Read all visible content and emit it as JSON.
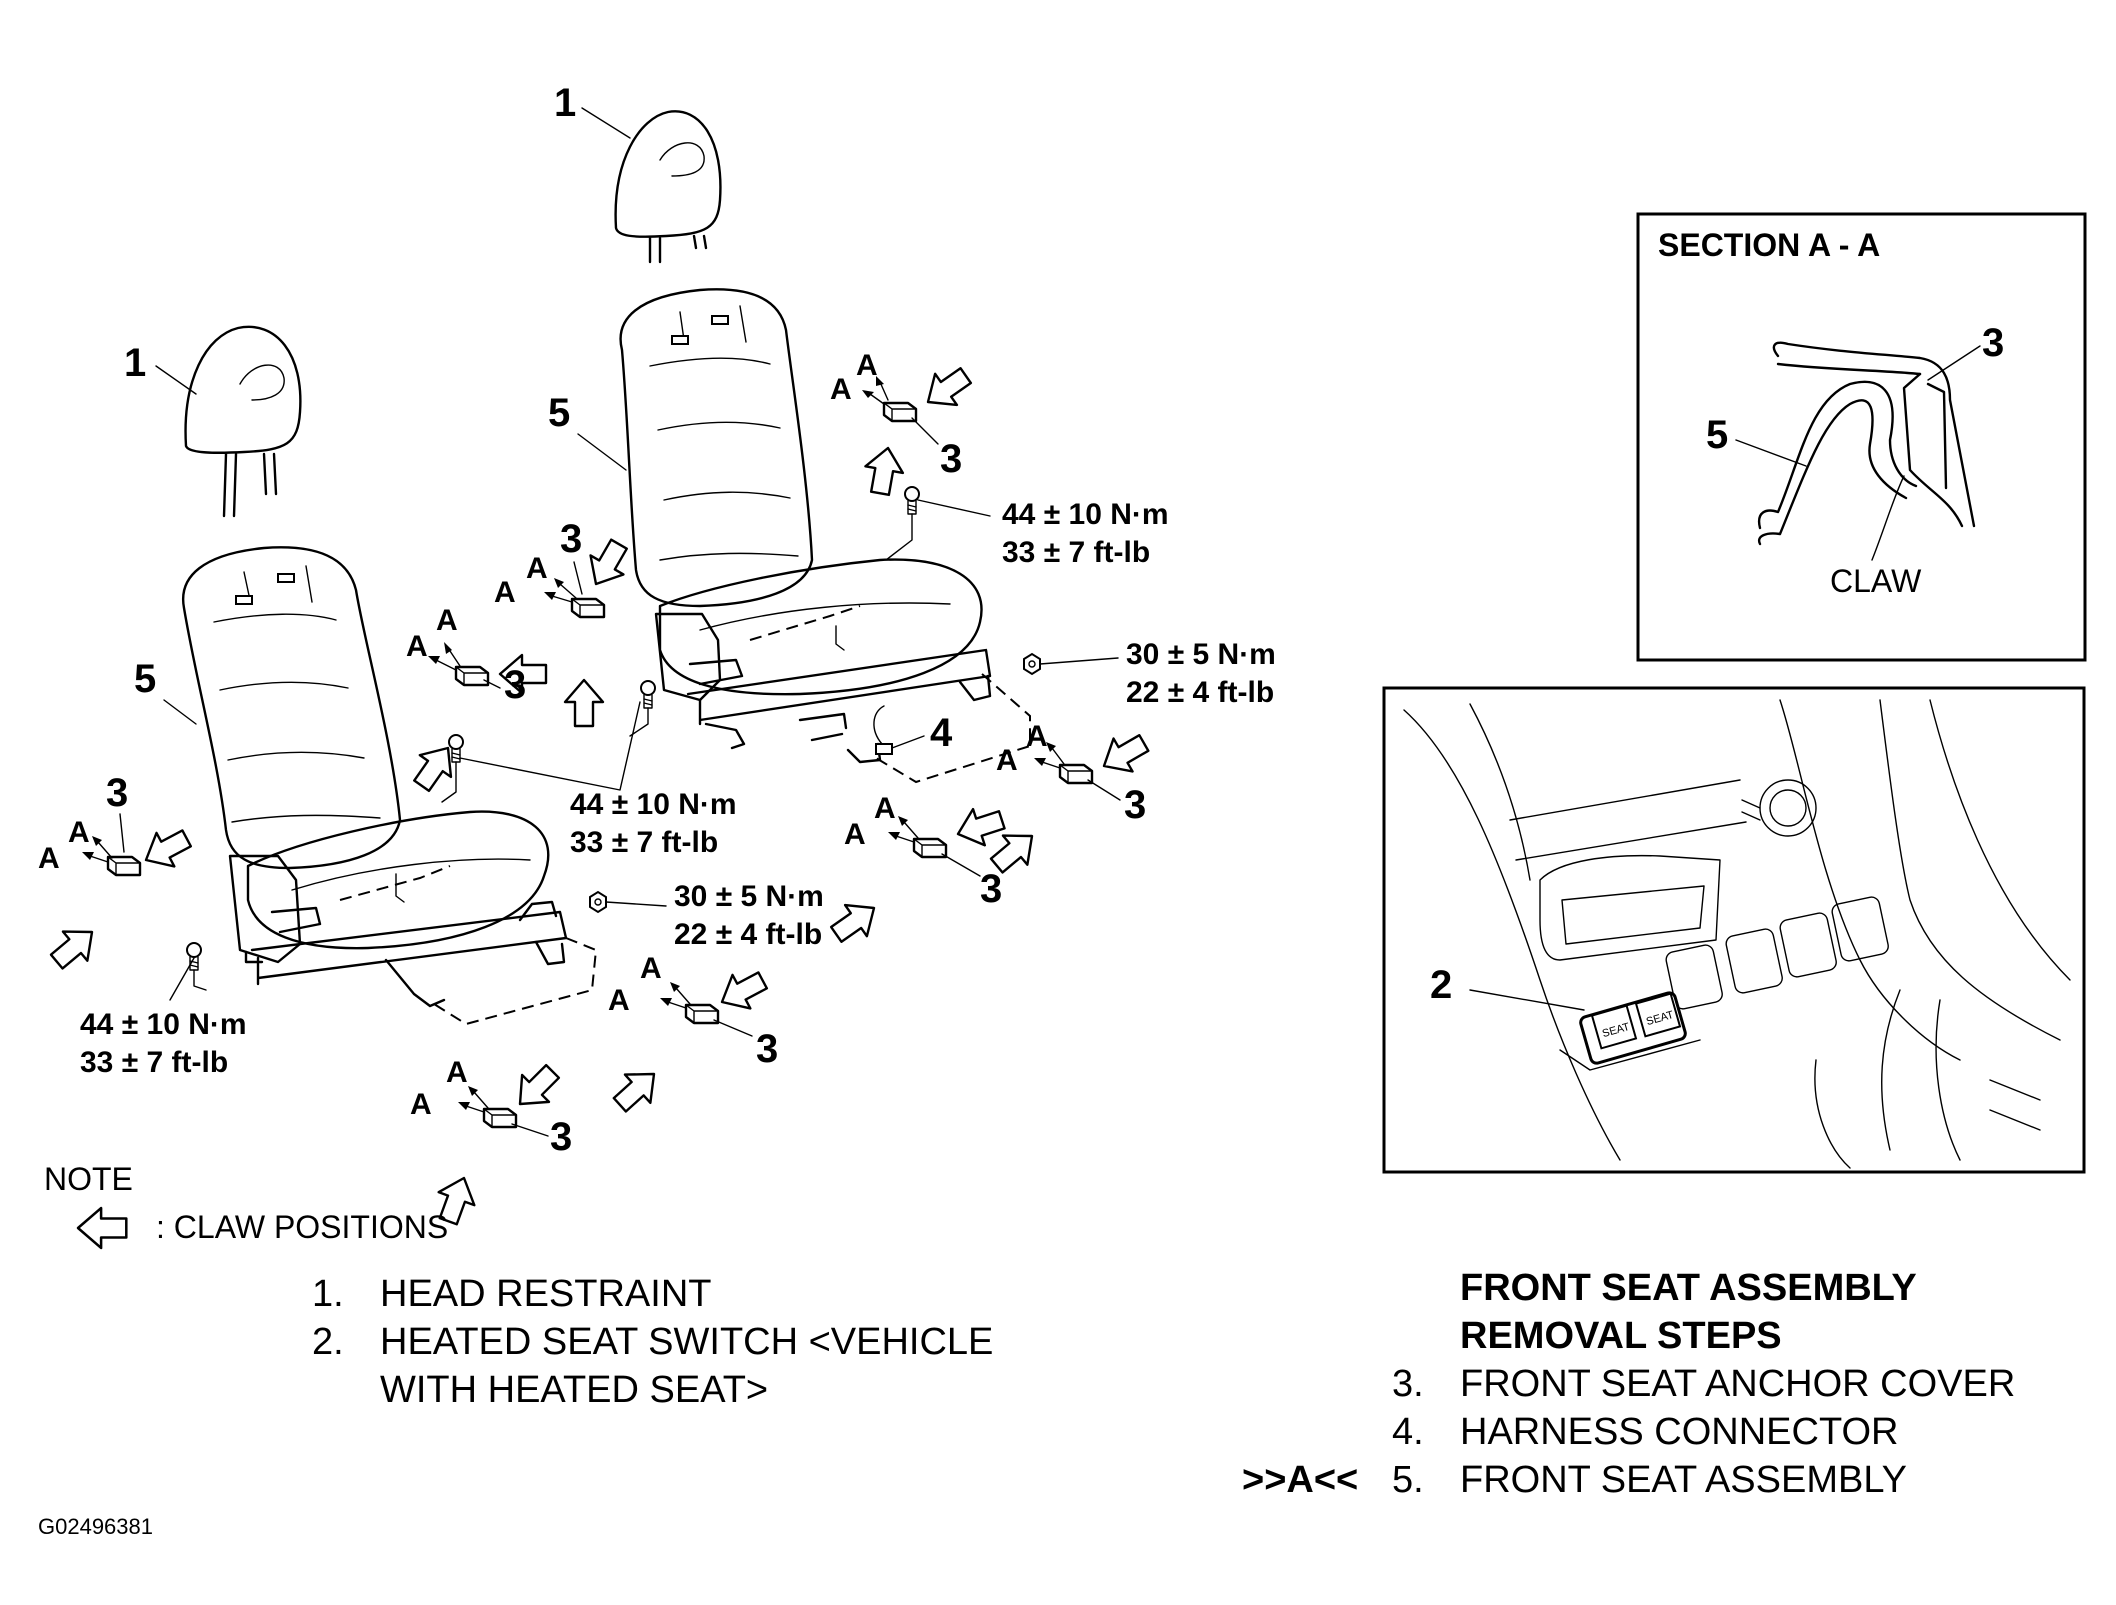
{
  "callouts": {
    "headrest_right": "1",
    "headrest_left": "1",
    "seat_back_right": "5",
    "seat_back_left": "5",
    "cover_labels": [
      "3",
      "3",
      "3",
      "3",
      "3",
      "3",
      "3",
      "3"
    ],
    "connector": "4",
    "switch": "2"
  },
  "section_letter": "A",
  "torque_specs": {
    "bolt_upper_right": {
      "nm": "44 ± 10 N·m",
      "ftlb": "33 ± 7 ft-lb"
    },
    "bolt_middle": {
      "nm": "44 ± 10 N·m",
      "ftlb": "33 ± 7 ft-lb"
    },
    "bolt_lower_left": {
      "nm": "44 ± 10 N·m",
      "ftlb": "33 ± 7 ft-lb"
    },
    "nut_right": {
      "nm": "30 ± 5 N·m",
      "ftlb": "22 ± 4 ft-lb"
    },
    "nut_middle": {
      "nm": "30 ± 5 N·m",
      "ftlb": "22 ± 4 ft-lb"
    }
  },
  "section_box": {
    "title": "SECTION A - A",
    "label_3": "3",
    "label_5": "5",
    "claw": "CLAW"
  },
  "switch_box": {
    "label_2": "2",
    "switch_text_left": "SEAT",
    "switch_text_right": "SEAT"
  },
  "note": {
    "title": "NOTE",
    "text": ": CLAW POSITIONS"
  },
  "legend_left": [
    {
      "num": "1.",
      "text": "HEAD RESTRAINT"
    },
    {
      "num": "2.",
      "text": "HEATED SEAT SWITCH <VEHICLE"
    },
    {
      "num": "",
      "text": "WITH HEATED SEAT>"
    }
  ],
  "removal": {
    "title_1": "FRONT SEAT ASSEMBLY",
    "title_2": "REMOVAL STEPS",
    "steps": [
      {
        "marker": "",
        "num": "3.",
        "text": "FRONT SEAT ANCHOR COVER"
      },
      {
        "marker": "",
        "num": "4.",
        "text": "HARNESS CONNECTOR"
      },
      {
        "marker": ">>A<<",
        "num": "5.",
        "text": "FRONT SEAT ASSEMBLY"
      }
    ]
  },
  "figure_id": "G02496381"
}
